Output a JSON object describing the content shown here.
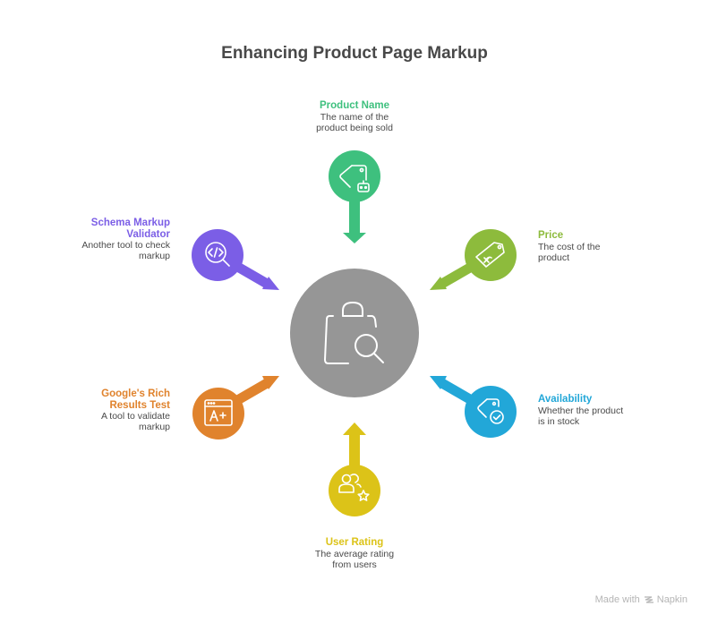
{
  "title": "Enhancing Product Page Markup",
  "center": {
    "icon": "shopping-bag-search-icon",
    "color": "#969696"
  },
  "nodes": [
    {
      "id": "product-name",
      "title": "Product Name",
      "desc1": "The name of the",
      "desc2": "product being sold",
      "color": "#3ec07e",
      "icon": "tag-robot-icon"
    },
    {
      "id": "price",
      "title": "Price",
      "desc1": "The cost of the",
      "desc2": "product",
      "color": "#8dbb3c",
      "icon": "price-tag-icon"
    },
    {
      "id": "availability",
      "title": "Availability",
      "desc1": "Whether the product",
      "desc2": "is in stock",
      "color": "#22a7d8",
      "icon": "tag-check-icon"
    },
    {
      "id": "user-rating",
      "title": "User Rating",
      "desc1": "The average rating",
      "desc2": "from users",
      "color": "#dcc318",
      "icon": "users-star-icon"
    },
    {
      "id": "rich-results",
      "title1": "Google's Rich",
      "title2": "Results Test",
      "desc1": "A tool to validate",
      "desc2": "markup",
      "color": "#e0832d",
      "icon": "browser-grade-icon"
    },
    {
      "id": "schema-validator",
      "title1": "Schema Markup",
      "title2": "Validator",
      "desc1": "Another tool to check",
      "desc2": "markup",
      "color": "#7b5ee6",
      "icon": "code-search-icon"
    }
  ],
  "footer": {
    "made_with": "Made with",
    "brand": "Napkin"
  }
}
